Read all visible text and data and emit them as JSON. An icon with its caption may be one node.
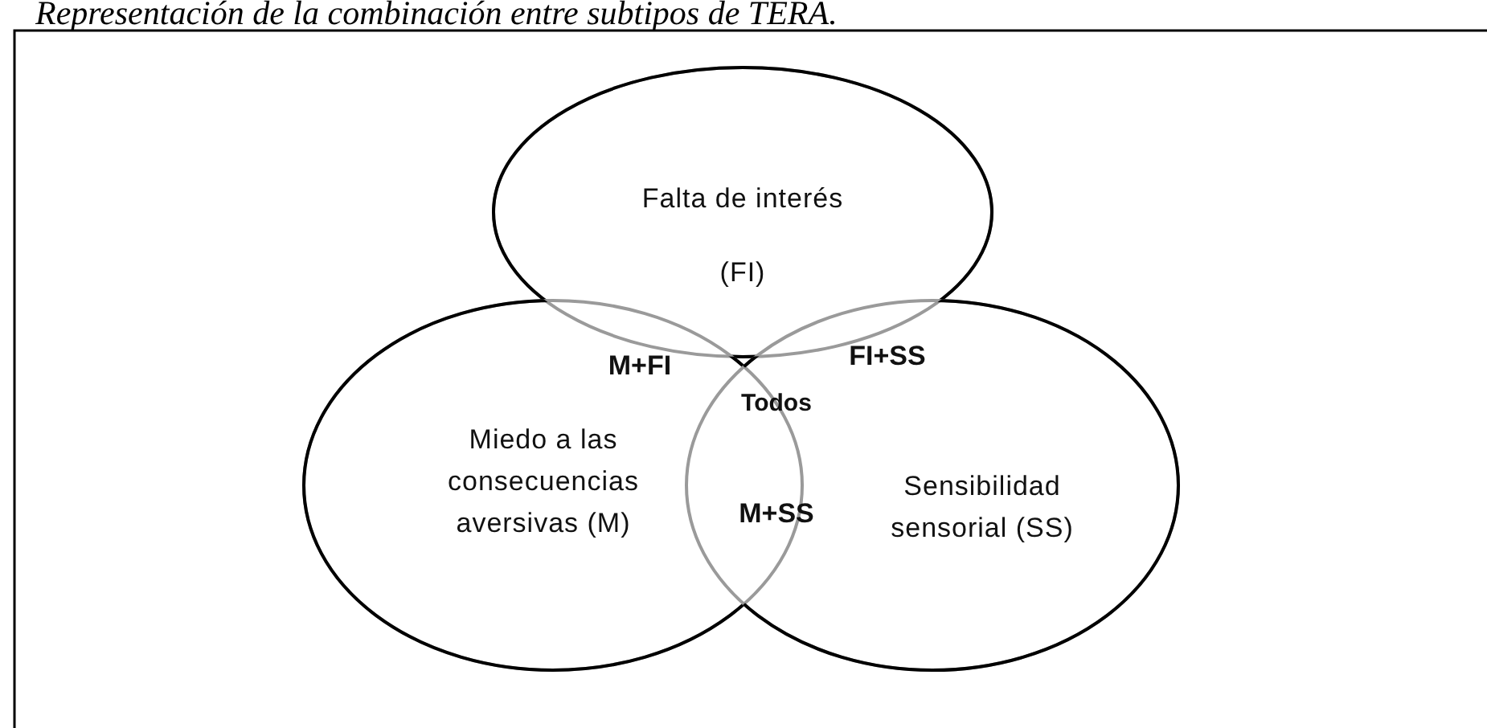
{
  "diagram": {
    "title": "Representación de la combinación entre subtipos de TERA.",
    "nodes": [
      {
        "text": [
          "Falta de interés",
          "(FI)"
        ]
      },
      {
        "text": [
          "Miedo a las consecuencias aversivas (M)"
        ]
      },
      {
        "text": [
          "Sensibilidad sensorial (SS)"
        ]
      }
    ],
    "edges": [],
    "labels": [
      "M+FI",
      "FI+SS",
      "Todos",
      "M+SS"
    ]
  }
}
